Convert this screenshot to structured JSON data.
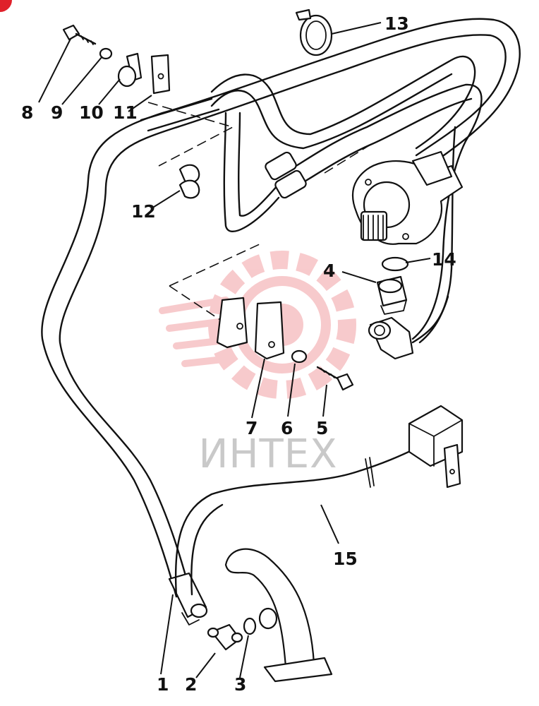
{
  "diagram": {
    "watermark": {
      "text": "ИНТЕХ",
      "color": "#f2a0a4"
    },
    "corner_badge_color": "#e0202a",
    "parts": [
      {
        "id": "p1",
        "label": "1"
      },
      {
        "id": "p2",
        "label": "2"
      },
      {
        "id": "p3",
        "label": "3"
      },
      {
        "id": "p4",
        "label": "4"
      },
      {
        "id": "p5",
        "label": "5"
      },
      {
        "id": "p6",
        "label": "6"
      },
      {
        "id": "p7",
        "label": "7"
      },
      {
        "id": "p8",
        "label": "8"
      },
      {
        "id": "p9",
        "label": "9"
      },
      {
        "id": "p10",
        "label": "10"
      },
      {
        "id": "p11",
        "label": "11"
      },
      {
        "id": "p12",
        "label": "12"
      },
      {
        "id": "p13",
        "label": "13"
      },
      {
        "id": "p14",
        "label": "14"
      },
      {
        "id": "p15",
        "label": "15"
      }
    ]
  }
}
